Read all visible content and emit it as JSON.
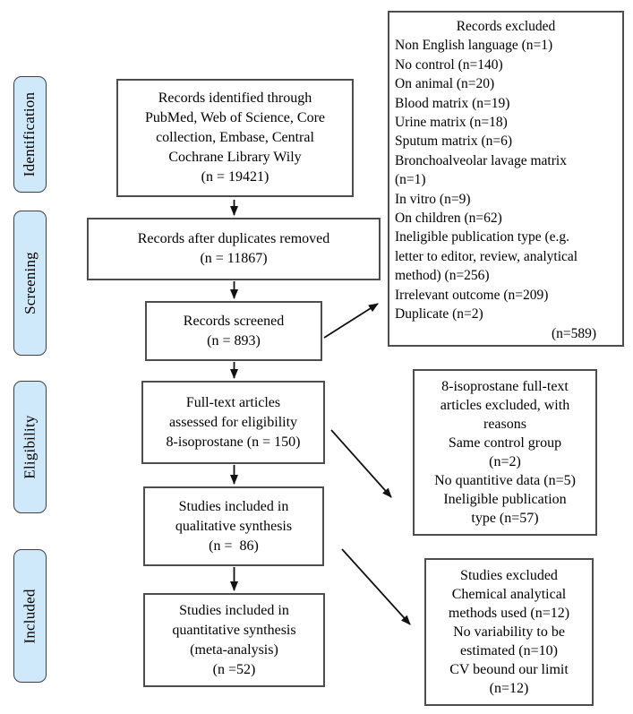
{
  "diagram": {
    "stages": [
      {
        "label": "Identification"
      },
      {
        "label": "Screening"
      },
      {
        "label": "Eligibility"
      },
      {
        "label": "Included"
      }
    ],
    "flow": {
      "identified": "Records identified through\nPubMed, Web of Science, Core\ncollection, Embase, Central\nCochrane Library Wily\n(n = 19421)",
      "after_duplicates": "Records after duplicates removed\n(n = 11867)",
      "screened": "Records screened\n(n = 893)",
      "fulltext_assessed": "Full-text articles\nassessed for eligibility\n8-isoprostane (n = 150)",
      "qualitative": "Studies included in\nqualitative synthesis\n(n =  86)",
      "quantitative": "Studies included in\nquantitative synthesis\n(meta-analysis)\n(n =52)"
    },
    "records_excluded": {
      "title": "Records excluded",
      "items": [
        "Non English language (n=1)",
        "No control (n=140)",
        "On animal (n=20)",
        "Blood matrix (n=19)",
        "Urine matrix (n=18)",
        "Sputum matrix (n=6)",
        "Bronchoalveolar lavage matrix\n(n=1)",
        "In vitro (n=9)",
        "On children (n=62)",
        "Ineligible publication type (e.g.\nletter to editor, review, analytical\nmethod) (n=256)",
        "Irrelevant outcome (n=209)",
        "Duplicate (n=2)"
      ],
      "total": "(n=589)"
    },
    "fulltext_excluded": "8-isoprostane full-text\narticles excluded, with\nreasons\nSame control group\n(n=2)\nNo quantitive data (n=5)\nIneligible publication\ntype (n=57)",
    "studies_excluded": "Studies excluded\nChemical analytical\nmethods used (n=12)\nNo variability to be\nestimated (n=10)\nCV beound our limit\n(n=12)",
    "colors": {
      "stage_fill": "#cfe9fa",
      "stage_border": "#3f3f3f",
      "box_border": "#4d4d4d",
      "arrow": "#111111"
    }
  }
}
